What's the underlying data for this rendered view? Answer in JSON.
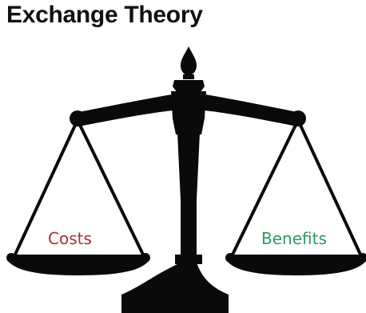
{
  "title": "Exchange Theory",
  "labels": {
    "costs": "Costs",
    "benefits": "Benefits"
  },
  "colors": {
    "costs": "#b02a3c",
    "benefits": "#2f9a63",
    "scale": "#0a0a0a"
  },
  "icons": {
    "scale": "balance-scale-icon"
  }
}
